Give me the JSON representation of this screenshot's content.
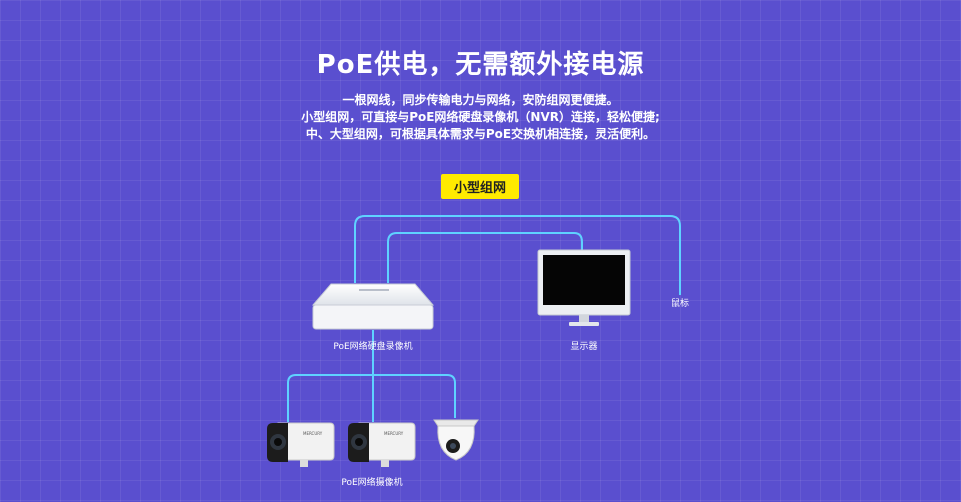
{
  "header": {
    "title": "PoE供电，无需额外接电源",
    "description": [
      "一根网线，同步传输电力与网络，安防组网更便捷。",
      "小型组网，可直接与PoE网络硬盘录像机（NVR）连接，轻松便捷;",
      "中、大型组网，可根据具体需求与PoE交换机相连接，灵活便利。"
    ]
  },
  "diagram": {
    "tag": "小型组网",
    "nodes": {
      "nvr_label": "PoE网络硬盘录像机",
      "monitor_label": "显示器",
      "mouse_label": "鼠标",
      "cameras_label": "PoE网络摄像机",
      "camera_brand": "MERCURY"
    },
    "colors": {
      "background": "#5a4fcf",
      "tag": "#ffea00",
      "link": "#5fd2ff"
    }
  }
}
